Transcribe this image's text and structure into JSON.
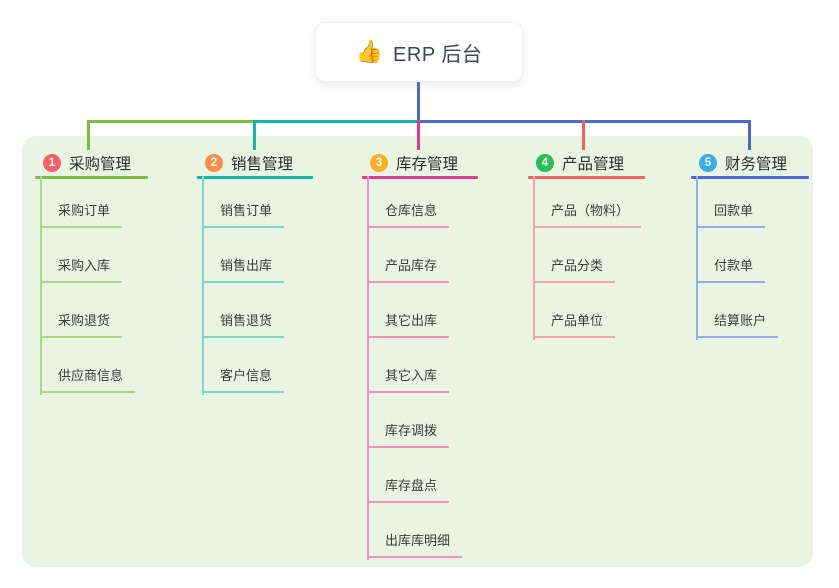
{
  "root": {
    "emoji": "👍",
    "icon": "thumbs-up-icon",
    "label": "ERP 后台"
  },
  "colors": {
    "canvas": "#ffffff",
    "panel": "#e9f5e2",
    "root_connector": "#4a67d3"
  },
  "branches": [
    {
      "number": "1",
      "title": "采购管理",
      "badge_color": "#f85f69",
      "line_color": "#7fbd40",
      "child_line_color": "#abd78a",
      "children": [
        "采购订单",
        "采购入库",
        "采购退货",
        "供应商信息"
      ]
    },
    {
      "number": "2",
      "title": "销售管理",
      "badge_color": "#fd8e44",
      "line_color": "#13b7aa",
      "child_line_color": "#81d6cc",
      "children": [
        "销售订单",
        "销售出库",
        "销售退货",
        "客户信息"
      ]
    },
    {
      "number": "3",
      "title": "库存管理",
      "badge_color": "#fbad25",
      "line_color": "#e23a90",
      "child_line_color": "#f090c1",
      "children": [
        "仓库信息",
        "产品库存",
        "其它出库",
        "其它入库",
        "库存调拨",
        "库存盘点",
        "出库库明细"
      ]
    },
    {
      "number": "4",
      "title": "产品管理",
      "badge_color": "#2abd58",
      "line_color": "#f85f5f",
      "child_line_color": "#f8a4a4",
      "children": [
        "产品（物料）",
        "产品分类",
        "产品单位"
      ]
    },
    {
      "number": "5",
      "title": "财务管理",
      "badge_color": "#3dabe3",
      "line_color": "#4a67d3",
      "child_line_color": "#95abe7",
      "children": [
        "回款单",
        "付款单",
        "结算账户"
      ]
    }
  ]
}
